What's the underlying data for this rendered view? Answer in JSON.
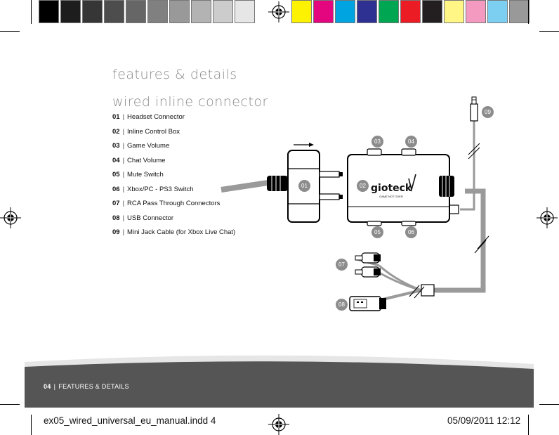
{
  "colors": {
    "swatches": [
      "#000000",
      "#1d1d1d",
      "#363636",
      "#4d4d4d",
      "#666666",
      "#808080",
      "#999999",
      "#b3b3b3",
      "#cccccc",
      "#e6e6e6",
      "#fdf201",
      "#e4067e",
      "#00a4e0",
      "#2e3192",
      "#00a651",
      "#ec1c24",
      "#231f20",
      "#fff685",
      "#f49ac1",
      "#7ccff1",
      "#999999"
    ],
    "footer_band": "#555555",
    "label_circle": "#8c8c8c"
  },
  "page": {
    "title": "features & details",
    "subtitle": "wired inline connector"
  },
  "features": [
    {
      "num": "01",
      "label": "Headset Connector"
    },
    {
      "num": "02",
      "label": "Inline Control Box"
    },
    {
      "num": "03",
      "label": "Game Volume"
    },
    {
      "num": "04",
      "label": "Chat Volume"
    },
    {
      "num": "05",
      "label": "Mute Switch"
    },
    {
      "num": "06",
      "label": "Xbox/PC - PS3 Switch"
    },
    {
      "num": "07",
      "label": "RCA Pass Through Connectors"
    },
    {
      "num": "08",
      "label": "USB Connector"
    },
    {
      "num": "09",
      "label": "Mini Jack Cable (for Xbox Live Chat)"
    }
  ],
  "diagram": {
    "brand": "gioteck",
    "tagline": "GAME NOT OVER",
    "callouts": [
      "01",
      "02",
      "03",
      "04",
      "05",
      "06",
      "07",
      "08",
      "09"
    ]
  },
  "footer": {
    "page_num": "04",
    "separator": "|",
    "section": "FEATURES & DETAILS"
  },
  "slug": {
    "filename": "ex05_wired_universal_eu_manual.indd   4",
    "date": "05/09/2011   12:12"
  }
}
